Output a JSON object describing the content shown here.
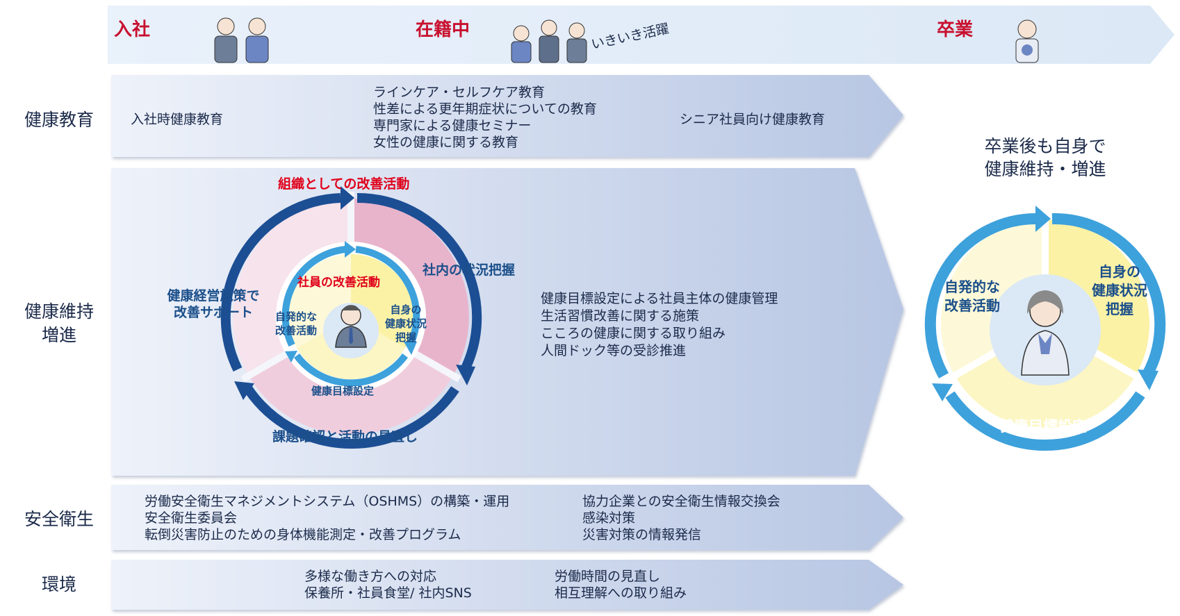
{
  "timeline": {
    "phases": [
      "入社",
      "在籍中",
      "卒業"
    ],
    "tagline": "いきいき活躍"
  },
  "rows": {
    "education": {
      "label": "健康教育",
      "col1": [
        "入社時健康教育"
      ],
      "col2": [
        "ラインケア・セルフケア教育",
        "性差による更年期症状についての教育",
        "専門家による健康セミナー",
        "女性の健康に関する教育"
      ],
      "col3": [
        "シニア社員向け健康教育"
      ]
    },
    "maintenance": {
      "label_lines": [
        "健康維持",
        "増進"
      ],
      "outer_cycle": {
        "top": "組織としての改善活動",
        "right": "社内の状況把握",
        "left_lines": [
          "健康経営施策で",
          "改善サポート"
        ],
        "bottom": "課題確認と活動の見直し"
      },
      "inner_cycle": {
        "top": "社員の改善活動",
        "left_lines": [
          "自発的な",
          "改善活動"
        ],
        "right_lines": [
          "自身の",
          "健康状況",
          "把握"
        ],
        "bottom": "健康目標設定"
      },
      "items": [
        "健康目標設定による社員主体の健康管理",
        "生活習慣改善に関する施策",
        "こころの健康に関する取り組み",
        "人間ドック等の受診推進"
      ]
    },
    "safety": {
      "label": "安全衛生",
      "col1": [
        "労働安全衛生マネジメントシステム（OSHMS）の構築・運用",
        "安全衛生委員会",
        "転倒災害防止のための身体機能測定・改善プログラム"
      ],
      "col2": [
        "協力企業との安全衛生情報交換会",
        "感染対策",
        "災害対策の情報発信"
      ]
    },
    "environment": {
      "label": "環境",
      "col1": [
        "多様な働き方への対応",
        "保養所・社員食堂/ 社内SNS"
      ],
      "col2": [
        "労働時間の見直し",
        "相互理解への取り組み"
      ]
    }
  },
  "after": {
    "title_lines": [
      "卒業後も自身で",
      "健康維持・増進"
    ],
    "cycle": {
      "left_lines": [
        "自発的な",
        "改善活動"
      ],
      "right_lines": [
        "自身の",
        "健康状況",
        "把握"
      ],
      "bottom": "健康目標設定"
    }
  }
}
